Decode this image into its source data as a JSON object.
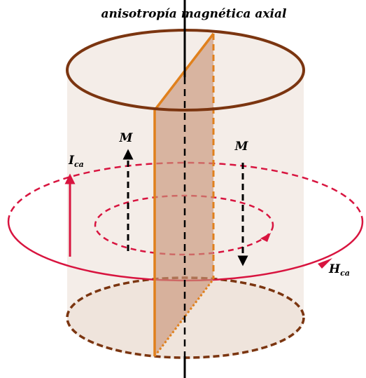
{
  "title": "anisotropía magnética axial",
  "labels": {
    "magnetization_up": "M",
    "magnetization_down": "M",
    "current_main": "I",
    "current_sub": "ca",
    "field_main": "H",
    "field_sub": "ca"
  },
  "colors": {
    "cylinder_outline": "#7b3510",
    "cylinder_fill": "#f4ede8",
    "plane_fill": "#c9957a",
    "plane_edge": "#e0801c",
    "circulation": "#d8143f",
    "axis": "#000000"
  }
}
